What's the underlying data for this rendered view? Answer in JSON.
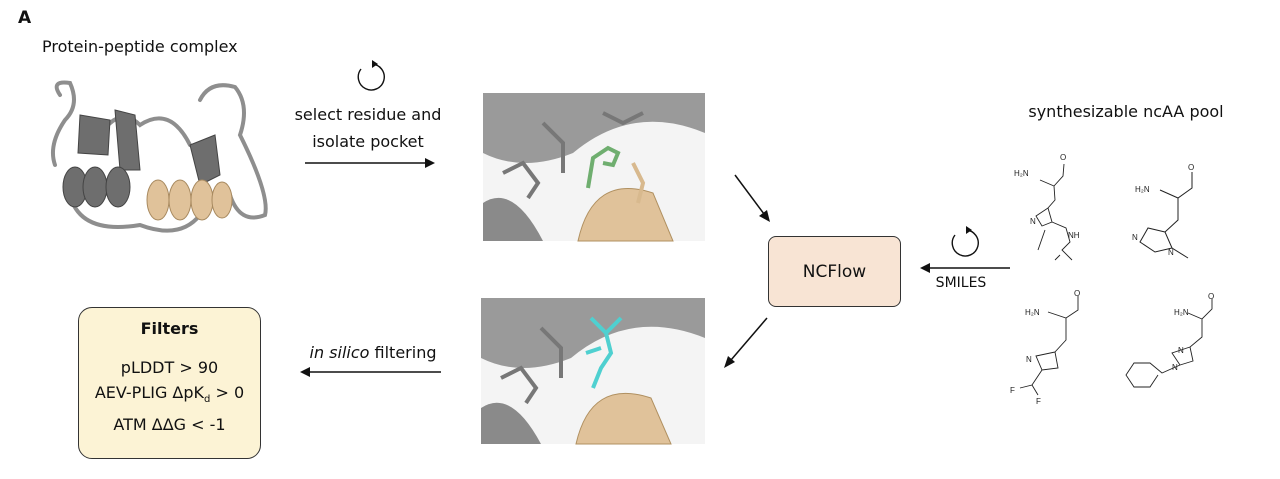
{
  "panel_label": "A",
  "protein_title": "Protein-peptide complex",
  "step1": {
    "line1": "select residue and",
    "line2": "isolate pocket"
  },
  "model_box": "NCFlow",
  "smiles_label": "SMILES",
  "pool_title": "synthesizable ncAA pool",
  "filtering": {
    "italic": "in silico",
    "rest": " filtering"
  },
  "filters": {
    "title": "Filters",
    "items": [
      "pLDDT > 90",
      "AEV-PLIG ΔpK",
      "ATM ΔΔG < -1"
    ],
    "sub_d": "d",
    "suffix2": " > 0"
  },
  "atoms": {
    "nh2": "H₂N",
    "o": "O",
    "n": "N",
    "nh": "NH",
    "f": "F"
  },
  "colors": {
    "peptide": "#e0c29a",
    "protein": "#8e8e8e",
    "ncflow_fill": "#f8e4d4",
    "filters_fill": "#fcf3d5",
    "residue_green": "#6fae6f",
    "residue_cyan": "#4fd0d0"
  }
}
